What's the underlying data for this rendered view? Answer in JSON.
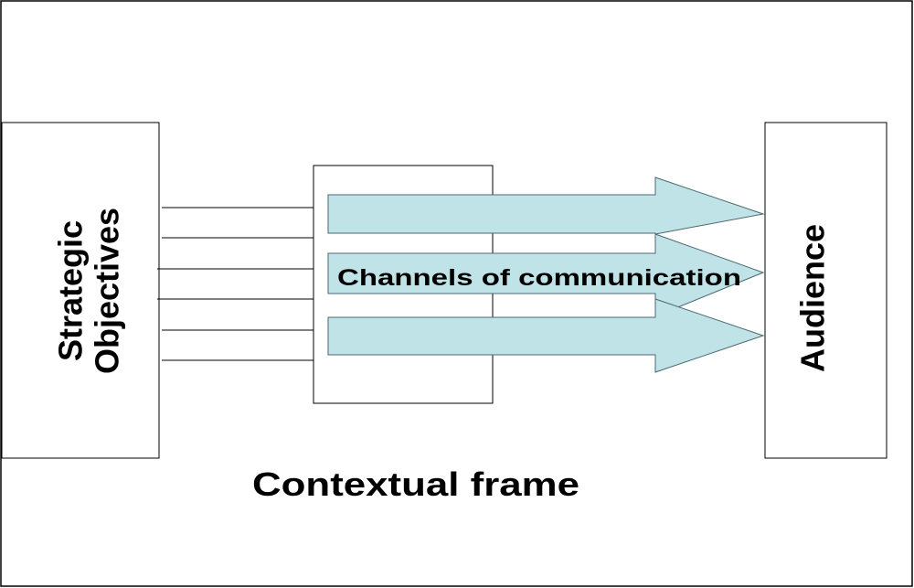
{
  "diagram": {
    "left_box": {
      "line1": "Strategic",
      "line2": "Objectives"
    },
    "right_box": {
      "label": "Audience"
    },
    "channels": {
      "label": "Channels of communication",
      "arrow_fill": "#bfe3e7",
      "arrow_stroke": "#4a6a70",
      "arrow_count": 3
    },
    "context": {
      "label": "Contextual frame"
    },
    "connector_count": 6
  }
}
